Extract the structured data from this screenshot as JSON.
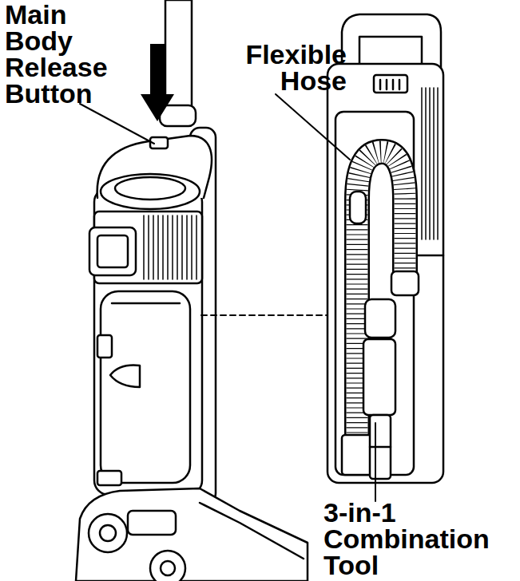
{
  "diagram": {
    "labels": [
      "Main Body Release Button",
      "Flexible Hose",
      "3-in-1 Combination Tool"
    ]
  }
}
